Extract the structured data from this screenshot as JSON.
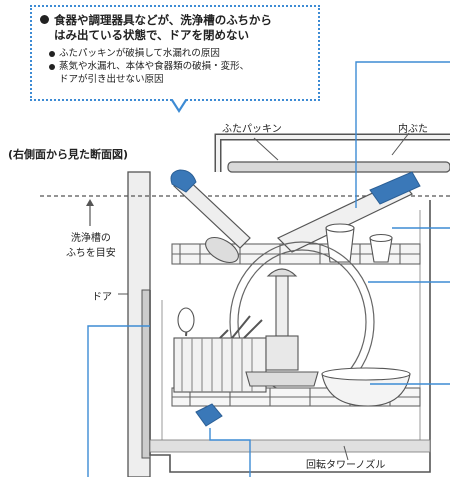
{
  "callout": {
    "headline_line1": "食器や調理器具などが、洗浄槽のふちから",
    "headline_line2": "はみ出ている状態で、ドアを閉めない",
    "reasons": [
      "ふたパッキンが破損して水漏れの原因",
      "蒸気や水漏れ、本体や食器類の破損・変形、",
      "ドアが引き出せない原因"
    ]
  },
  "section_title": "(右側面から見た断面図)",
  "labels": {
    "lid_packing": "ふたパッキン",
    "inner_lid": "内ぶた",
    "tank_rim_line1": "洗浄槽の",
    "tank_rim_line2": "ふちを目安",
    "door": "ドア",
    "rotating_nozzle": "回転タワーノズル"
  },
  "colors": {
    "accent_blue": "#3d8bd4",
    "highlight_blue": "#3a78b8",
    "line_gray": "#555555",
    "fill_gray": "#e6e6e6"
  }
}
